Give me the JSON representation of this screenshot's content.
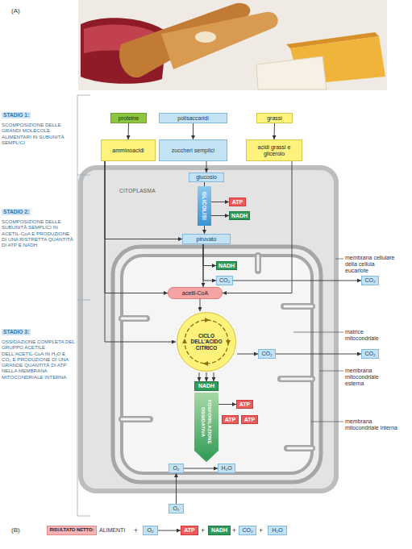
{
  "diagram": {
    "nodes": [
      {
        "text": [
          "STADIO 1:",
          "SCOMPOSIZIONE DELLE GRANDI MOLECOLE ALIMENTARI IN SUBUNITÀ SEMPLICI"
        ]
      },
      {
        "text": [
          "proteine"
        ]
      },
      {
        "text": [
          "polisaccaridi"
        ]
      },
      {
        "text": [
          "grassi"
        ]
      },
      {
        "text": [
          "amminoacidi"
        ]
      },
      {
        "text": [
          "zuccheri semplici"
        ]
      },
      {
        "text": [
          "acidi grassi e glicerolo"
        ]
      },
      {
        "text": [
          "STADIO 2:",
          "SCOMPOSIZIONE DELLE SUBUNITÀ SEMPLICI IN ACETIL-CoA E PRODUZIONE DI UNA RISTRETTA QUANTITÀ DI ATP E NADH"
        ]
      },
      {
        "text": [
          "CITOPLASMA"
        ]
      },
      {
        "text": [
          "glucosio"
        ],
        "in": 8
      },
      {
        "text": [
          "GLICOLISI"
        ],
        "in": 8
      },
      {
        "text": [
          "ATP"
        ],
        "in": 8
      },
      {
        "text": [
          "NADH"
        ],
        "in": 8
      },
      {
        "text": [
          "piruvato"
        ],
        "in": 8
      },
      {
        "text": [
          "NADH"
        ],
        "in": 8
      },
      {
        "text": [
          "CO₂"
        ],
        "in": 8
      },
      {
        "text": [
          "CO₂"
        ]
      },
      {
        "text": [
          "acetil-CoA"
        ],
        "in": 8
      },
      {
        "text": [
          "STADIO 3:",
          "OSSIDAZIONE COMPLETA DEL GRUPPO ACETILE DELL'ACETIL-CoA IN H₂O E CO₂ E PRODUZIONE DI UNA GRANDE QUANTITÀ DI ATP NELLA MEMBRANA MITOCONDRIALE INTERNA"
        ]
      },
      {
        "text": [
          "CICLO DELL'ACIDO CITRICO"
        ],
        "in": 8
      },
      {
        "text": [
          "CO₂"
        ],
        "in": 8
      },
      {
        "text": [
          "CO₂"
        ]
      },
      {
        "text": [
          "NADH"
        ],
        "in": 8
      },
      {
        "text": [
          "FOSFORILAZIONE OSSIDATIVA"
        ],
        "in": 8
      },
      {
        "text": [
          "ATP"
        ],
        "in": 8
      },
      {
        "text": [
          "ATP"
        ],
        "in": 8
      },
      {
        "text": [
          "ATP"
        ],
        "in": 8
      },
      {
        "text": [
          "O₂"
        ],
        "in": 8
      },
      {
        "text": [
          "H₂O"
        ],
        "in": 8
      },
      {
        "text": [
          "O₂"
        ]
      },
      {
        "text": [
          "RISULTATO NETTO:"
        ]
      },
      {
        "text": [
          "O₂"
        ]
      },
      {
        "text": [
          "ATP"
        ]
      },
      {
        "text": [
          "NADH"
        ]
      },
      {
        "text": [
          "CO₂"
        ]
      },
      {
        "text": [
          "H₂O"
        ]
      }
    ],
    "edges": [
      {
        "from": 1,
        "to": 4,
        "arrow": "to"
      },
      {
        "from": 2,
        "to": 5,
        "arrow": "to"
      },
      {
        "from": 3,
        "to": 6,
        "arrow": "to"
      },
      {
        "from": 5,
        "to": 9,
        "arrow": "to"
      },
      {
        "from": 4,
        "to": 13,
        "arrow": "to"
      },
      {
        "from": 4,
        "to": 17,
        "arrow": "to"
      },
      {
        "from": 4,
        "to": 19,
        "arrow": "to"
      },
      {
        "from": 6,
        "to": 17,
        "arrow": "to"
      },
      {
        "from": 9,
        "to": 10,
        "arrow": "none"
      },
      {
        "from": 10,
        "to": 11,
        "arrow": "to"
      },
      {
        "from": 10,
        "to": 12,
        "arrow": "to"
      },
      {
        "from": 10,
        "to": 13,
        "arrow": "to"
      },
      {
        "from": 13,
        "to": 17,
        "arrow": "to"
      },
      {
        "from": 13,
        "to": 14,
        "arrow": "to"
      },
      {
        "from": 13,
        "to": 15,
        "arrow": "to"
      },
      {
        "from": 15,
        "to": 16,
        "arrow": "to"
      },
      {
        "from": 17,
        "to": 19,
        "arrow": "to"
      },
      {
        "from": 19,
        "to": 20,
        "arrow": "to"
      },
      {
        "from": 20,
        "to": 21,
        "arrow": "to"
      },
      {
        "from": 19,
        "to": 22,
        "arrow": "to"
      },
      {
        "from": 19,
        "to": 22,
        "arrow": "to"
      },
      {
        "from": 19,
        "to": 22,
        "arrow": "to"
      },
      {
        "from": 23,
        "to": 24,
        "arrow": "to"
      },
      {
        "from": 27,
        "to": 28,
        "arrow": "to"
      },
      {
        "from": 29,
        "to": 27,
        "arrow": "to"
      },
      {
        "from": 31,
        "to": 32,
        "arrow": "to"
      }
    ],
    "labels": [
      "(A)",
      "membrana cellulare della cellula eucariote",
      "matrice mitocondriale",
      "membrana mitocondriale esterna",
      "membrana mitocondriale interna",
      "(B)",
      "ALIMENTI",
      "+",
      "+",
      "+",
      "+"
    ]
  }
}
